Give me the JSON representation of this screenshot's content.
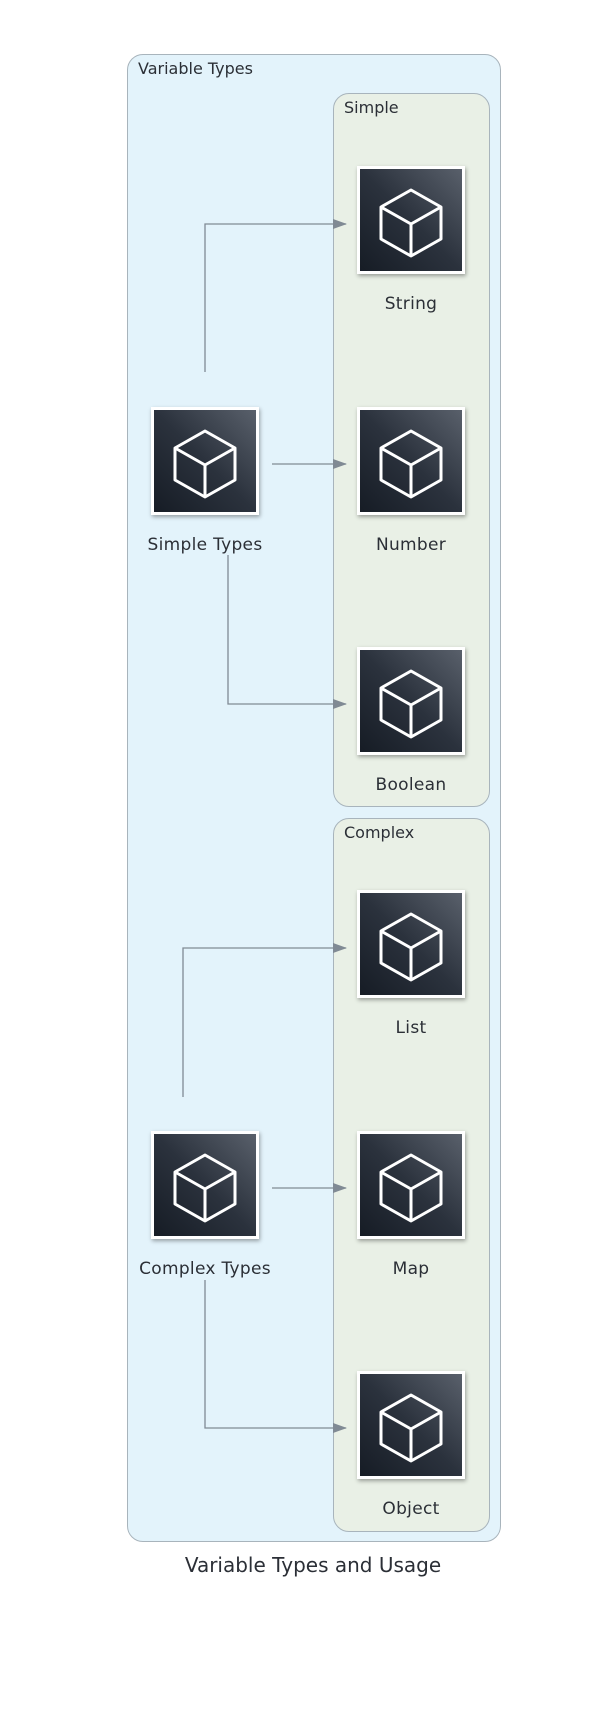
{
  "diagram": {
    "title": "Variable Types and Usage",
    "colors": {
      "outer_cluster_fill": "#e3f3fb",
      "inner_cluster_fill": "#e9f0e6",
      "cluster_border": "#a8b4bc",
      "node_fill_dark": "#161c25",
      "node_fill_light": "#59606b",
      "edge": "#808a94"
    },
    "clusters": {
      "outer": {
        "label": "Variable Types"
      },
      "simple": {
        "label": "Simple"
      },
      "complex": {
        "label": "Complex"
      }
    },
    "nodes": {
      "simple_types": {
        "label": "Simple Types",
        "icon": "cube-icon"
      },
      "string": {
        "label": "String",
        "icon": "cube-icon"
      },
      "number": {
        "label": "Number",
        "icon": "cube-icon"
      },
      "boolean": {
        "label": "Boolean",
        "icon": "cube-icon"
      },
      "complex_types": {
        "label": "Complex Types",
        "icon": "cube-icon"
      },
      "list": {
        "label": "List",
        "icon": "cube-icon"
      },
      "map": {
        "label": "Map",
        "icon": "cube-icon"
      },
      "object": {
        "label": "Object",
        "icon": "cube-icon"
      }
    },
    "edges": [
      {
        "from": "simple_types",
        "to": "string"
      },
      {
        "from": "simple_types",
        "to": "number"
      },
      {
        "from": "simple_types",
        "to": "boolean"
      },
      {
        "from": "complex_types",
        "to": "list"
      },
      {
        "from": "complex_types",
        "to": "map"
      },
      {
        "from": "complex_types",
        "to": "object"
      }
    ]
  }
}
